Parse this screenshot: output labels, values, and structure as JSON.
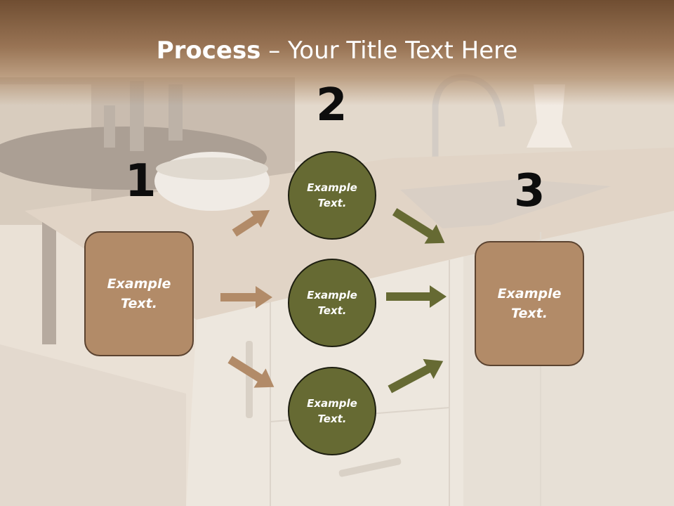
{
  "title": {
    "bold": "Process",
    "rest": " – Your Title Text Here"
  },
  "steps": {
    "one": "1",
    "two": "2",
    "three": "3"
  },
  "boxes": {
    "left": {
      "line1": "Example",
      "line2": "Text."
    },
    "right": {
      "line1": "Example",
      "line2": "Text."
    }
  },
  "circles": {
    "top": {
      "line1": "Example",
      "line2": "Text."
    },
    "middle": {
      "line1": "Example",
      "line2": "Text."
    },
    "bottom": {
      "line1": "Example",
      "line2": "Text."
    }
  },
  "colors": {
    "header": "#7a5536",
    "box_fill": "#b28b68",
    "circle_fill": "#666a33",
    "arrow_tan": "#b28b68",
    "arrow_olive": "#666a33"
  }
}
